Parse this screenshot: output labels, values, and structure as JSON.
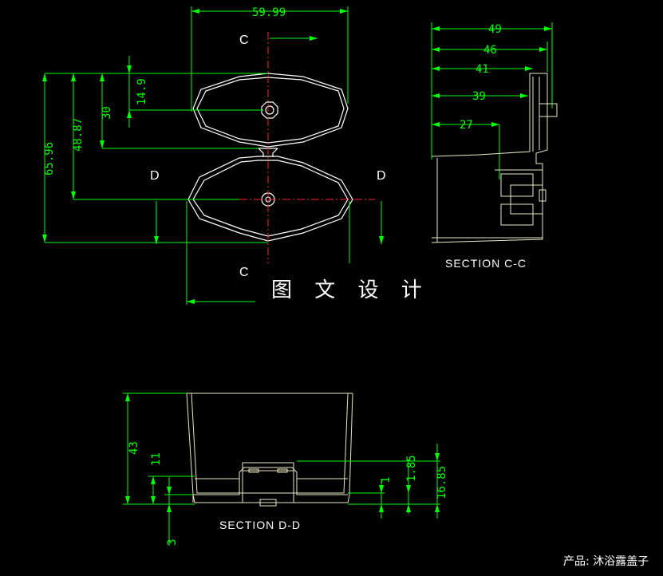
{
  "drawing": {
    "section_labels": {
      "c_top": "C",
      "c_bottom": "C",
      "d_left": "D",
      "d_right": "D"
    },
    "top_view_dims": {
      "width": "59.99",
      "half_height": "14.9",
      "ellipse_height": "30",
      "center_offset": "48.87",
      "total_height": "65.96"
    },
    "section_cc": {
      "title": "SECTION C-C",
      "dims": [
        "49",
        "46",
        "41",
        "39",
        "27"
      ]
    },
    "section_dd": {
      "title": "SECTION D-D",
      "dims": {
        "height": "43",
        "inner": "11",
        "base": "3",
        "boss_top": "1.85",
        "boss_height": "16.85",
        "step": "1"
      }
    },
    "watermark": "图 文 设 计",
    "product_label": "产品: 沐浴露盖子",
    "colors": {
      "dimension": "#00ff00",
      "outline": "#ffffff",
      "centerline": "#ff2020",
      "background": "#000000"
    }
  }
}
